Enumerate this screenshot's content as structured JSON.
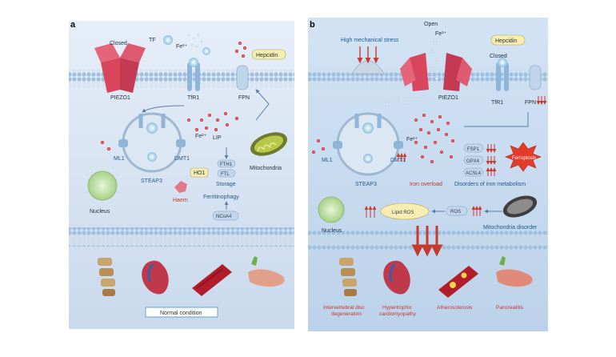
{
  "panels": {
    "a": {
      "letter": "a",
      "labels": {
        "tf": "TF",
        "fe3_top": "Fe³⁺",
        "closed": "Closed",
        "hepcidin": "Hepcidin",
        "fpn": "FPN",
        "piezo1": "PIEZO1",
        "tfr1": "TfR1",
        "lip": "LIP",
        "fe2": "Fe²⁺",
        "ml1": "ML1",
        "dmt1": "DMT1",
        "steap3": "STEAP3",
        "ho1": "HO1",
        "haem": "Haem",
        "fth1": "FTH1",
        "ftl": "FTL",
        "storage": "Storage",
        "ferritinophagy": "Ferritinophagy",
        "ncoa4": "NCoA4",
        "mitochondria": "Mitochondria",
        "nucleus": "Nucleus",
        "normal_condition": "Normal condition"
      }
    },
    "b": {
      "letter": "b",
      "labels": {
        "open": "Open",
        "fe3_top": "Fe³⁺",
        "high_stress": "High mechanical stress",
        "hepcidin": "Hepcidin",
        "closed": "Closed",
        "piezo1": "PIEZO1",
        "tfr1": "TfR1",
        "fpn": "FPN",
        "fe2": "Fe²⁺",
        "ml1": "ML1",
        "dmt1": "DMT1",
        "steap3": "STEAP3",
        "iron_overload": "Iron overload",
        "fsp1": "FSP1",
        "gpx4": "GPX4",
        "acsl4": "ACSL4",
        "ferroptosis": "Ferroptosis",
        "disorders": "Disorders of iron metabolism",
        "lipid_ros": "Lipid ROS",
        "ros": "ROS",
        "mito_disorder": "Mitochondria disorder",
        "nucleus": "Nucleus"
      },
      "diseases": [
        {
          "line1": "Intervertebral disc",
          "line2": "degeneration"
        },
        {
          "line1": "Hypertrophic",
          "line2": "cardiomyopathy"
        },
        {
          "line1": "Atherosclerosis",
          "line2": ""
        },
        {
          "line1": "Pancreatitis",
          "line2": ""
        }
      ]
    }
  },
  "colors": {
    "panel_bg": "#dde8f4",
    "membrane": "#a9c6e3",
    "channel": "#d94a5e",
    "iron": "#d8394a",
    "ferroptosis": "#e23b2a",
    "arrow_red": "#c63a2f"
  }
}
